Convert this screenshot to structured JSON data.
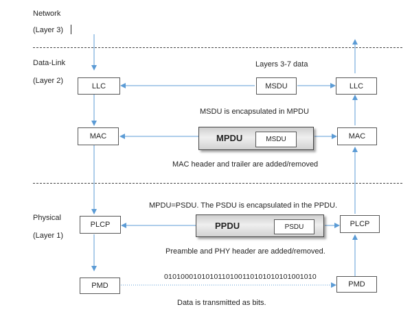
{
  "layers": {
    "network": {
      "name": "Network",
      "sub": "(Layer 3)"
    },
    "datalink": {
      "name": "Data-Link",
      "sub": "(Layer 2)"
    },
    "physical": {
      "name": "Physical",
      "sub": "(Layer 1)"
    }
  },
  "nodes": {
    "llc_left": "LLC",
    "llc_right": "LLC",
    "msdu": "MSDU",
    "mac_left": "MAC",
    "mac_right": "MAC",
    "mpdu_title": "MPDU",
    "mpdu_inner": "MSDU",
    "plcp_left": "PLCP",
    "plcp_right": "PLCP",
    "ppdu_title": "PPDU",
    "ppdu_inner": "PSDU",
    "pmd_left": "PMD",
    "pmd_right": "PMD"
  },
  "captions": {
    "layers_data": "Layers 3-7 data",
    "msdu_encap": "MSDU is encapsulated in MPDU",
    "mac_header": "MAC header and trailer are added/removed",
    "mpdu_psdu": "MPDU=PSDU. The PSDU is encapsulated in the PPDU.",
    "preamble": "Preamble and PHY header are added/removed.",
    "bits": "0101000101010110100110101010101001010",
    "bits_caption": "Data is transmitted as bits."
  },
  "colors": {
    "arrow": "#5b9bd5",
    "border": "#555555"
  }
}
